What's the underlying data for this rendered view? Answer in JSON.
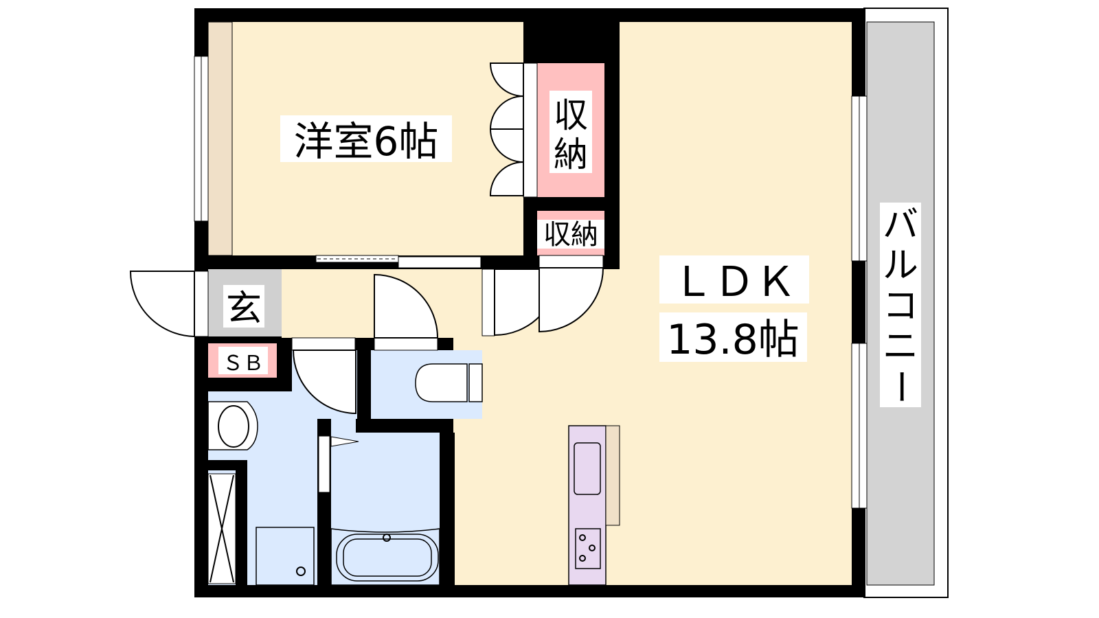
{
  "floor_plan": {
    "rooms": {
      "western_room": "洋室6帖",
      "closet_large": [
        "収",
        "納"
      ],
      "closet_small": "収納",
      "entrance": "玄",
      "shoe_box": "ＳＢ",
      "ldk_name": "ＬＤＫ",
      "ldk_size": "13.8帖",
      "balcony": [
        "バ",
        "ル",
        "コ",
        "ニ",
        "ー"
      ]
    },
    "colors": {
      "wall": "#000000",
      "living": "#fdf0d0",
      "storage": "#ffc0c0",
      "entrance": "#d0d0d0",
      "wet_area": "#dbeafe",
      "kitchen": "#e8d8f0",
      "balcony": "#d3d3d3"
    }
  }
}
